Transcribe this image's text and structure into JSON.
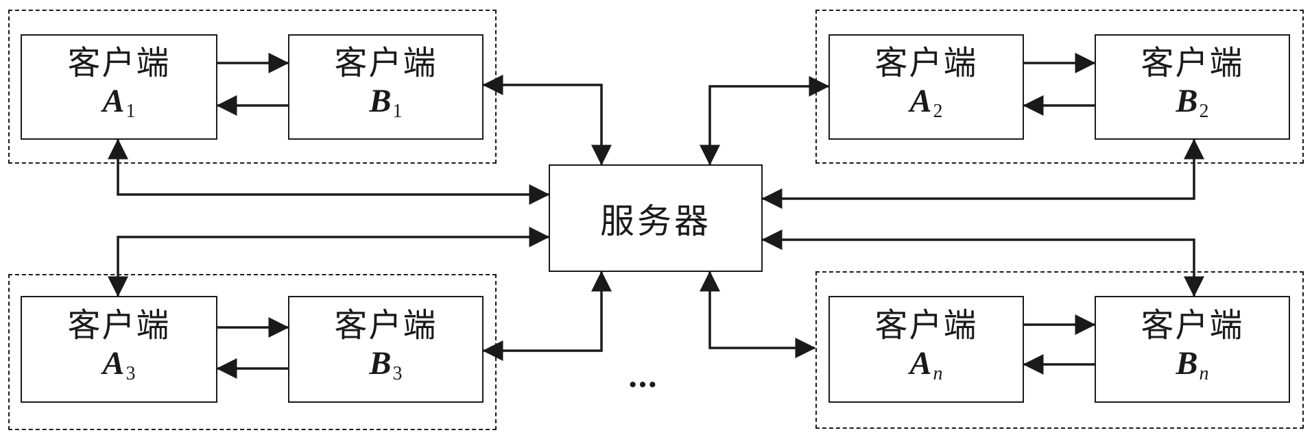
{
  "server": {
    "label": "服务器"
  },
  "clients": {
    "a1": {
      "name": "客户端",
      "letter": "A",
      "sub": "1"
    },
    "b1": {
      "name": "客户端",
      "letter": "B",
      "sub": "1"
    },
    "a2": {
      "name": "客户端",
      "letter": "A",
      "sub": "2"
    },
    "b2": {
      "name": "客户端",
      "letter": "B",
      "sub": "2"
    },
    "a3": {
      "name": "客户端",
      "letter": "A",
      "sub": "3"
    },
    "b3": {
      "name": "客户端",
      "letter": "B",
      "sub": "3"
    },
    "an": {
      "name": "客户端",
      "letter": "A",
      "sub": "n"
    },
    "bn": {
      "name": "客户端",
      "letter": "B",
      "sub": "n"
    }
  },
  "ellipsis": "…",
  "colors": {
    "stroke": "#1a1a1a",
    "background": "#ffffff"
  }
}
